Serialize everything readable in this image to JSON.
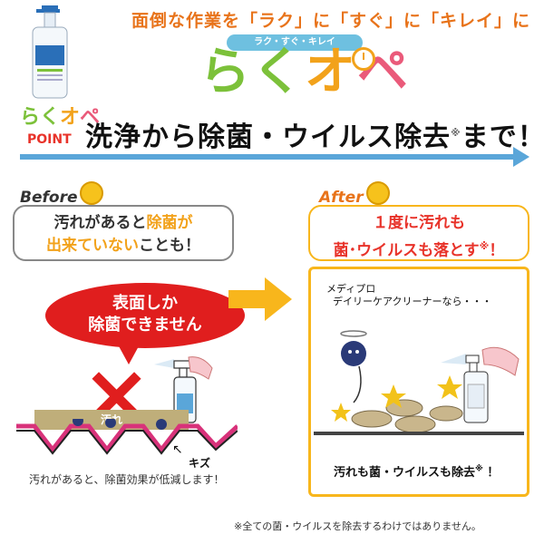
{
  "header": {
    "tagline": "面倒な作業を「ラク」に「すぐ」に「キレイ」に",
    "logo_subtitle": "ラク・すぐ・キレイ",
    "logo_part1": "らく",
    "logo_part2": "オ",
    "logo_part3": "ペ"
  },
  "point_bar": {
    "mini_logo_part1": "らく",
    "mini_logo_part2": "オ",
    "mini_logo_part3": "ペ",
    "point_label": "POINT",
    "headline_main": "洗浄から除菌・ウイルス除去",
    "headline_note": "※",
    "headline_end": "まで！"
  },
  "before": {
    "label": "Before",
    "line1_a": "汚れがあると",
    "line1_b": "除菌が",
    "line2_a": "出来ていない",
    "line2_b": "ことも！",
    "bubble_line1": "表面しか",
    "bubble_line2": "除菌できません",
    "dirt_label": "汚れ",
    "scratch_label": "キズ",
    "caption": "汚れがあると、除菌効果が低減します！"
  },
  "after": {
    "label": "After",
    "line1": "１度に汚れも",
    "line2": "菌･ウイルスも落とす",
    "line2_note": "※",
    "line2_end": "！",
    "intro_line1": "メディプロ",
    "intro_line2": "デイリーケアクリーナーなら・・・",
    "caption_main": "汚れも菌・ウイルスも除去",
    "caption_note": "※",
    "caption_end": "！"
  },
  "footnote": "※全ての菌・ウイルスを除去するわけではありません。",
  "colors": {
    "orange": "#e8731a",
    "green": "#7cc13a",
    "pink": "#ea5a7a",
    "red": "#e01e1e",
    "blue": "#5aa6d9",
    "yellow": "#f8b61c"
  }
}
